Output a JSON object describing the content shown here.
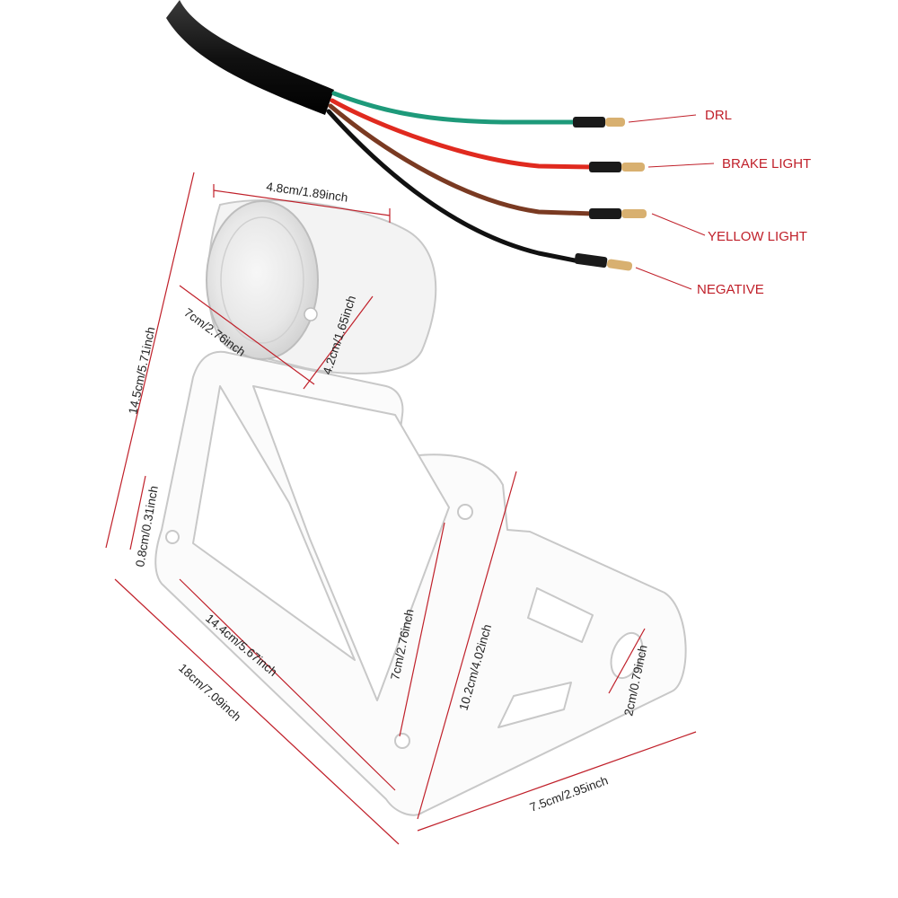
{
  "wires": {
    "labels": [
      "DRL",
      "BRAKE LIGHT",
      "YELLOW LIGHT",
      "NEGATIVE"
    ],
    "colors": [
      "#1e9a7a",
      "#e02a1f",
      "#7a3a22",
      "#111111"
    ]
  },
  "dimensions": {
    "lamp_width": "4.8cm/1.89inch",
    "lamp_length": "7cm/2.76inch",
    "lamp_height": "4.2cm/1.65inch",
    "total_height": "14.5cm/5.71inch",
    "hole_diameter": "0.8cm/0.31inch",
    "plate_length": "14.4cm/5.67inch",
    "total_length": "18cm/7.09inch",
    "plate_hole_spacing": "7cm/2.76inch",
    "bracket_height": "10.2cm/4.02inch",
    "mount_hole": "2cm/0.79inch",
    "bracket_width": "7.5cm/2.95inch"
  },
  "colors": {
    "dimension_line": "#c0202a",
    "bracket_outline": "#c8c8c8"
  }
}
